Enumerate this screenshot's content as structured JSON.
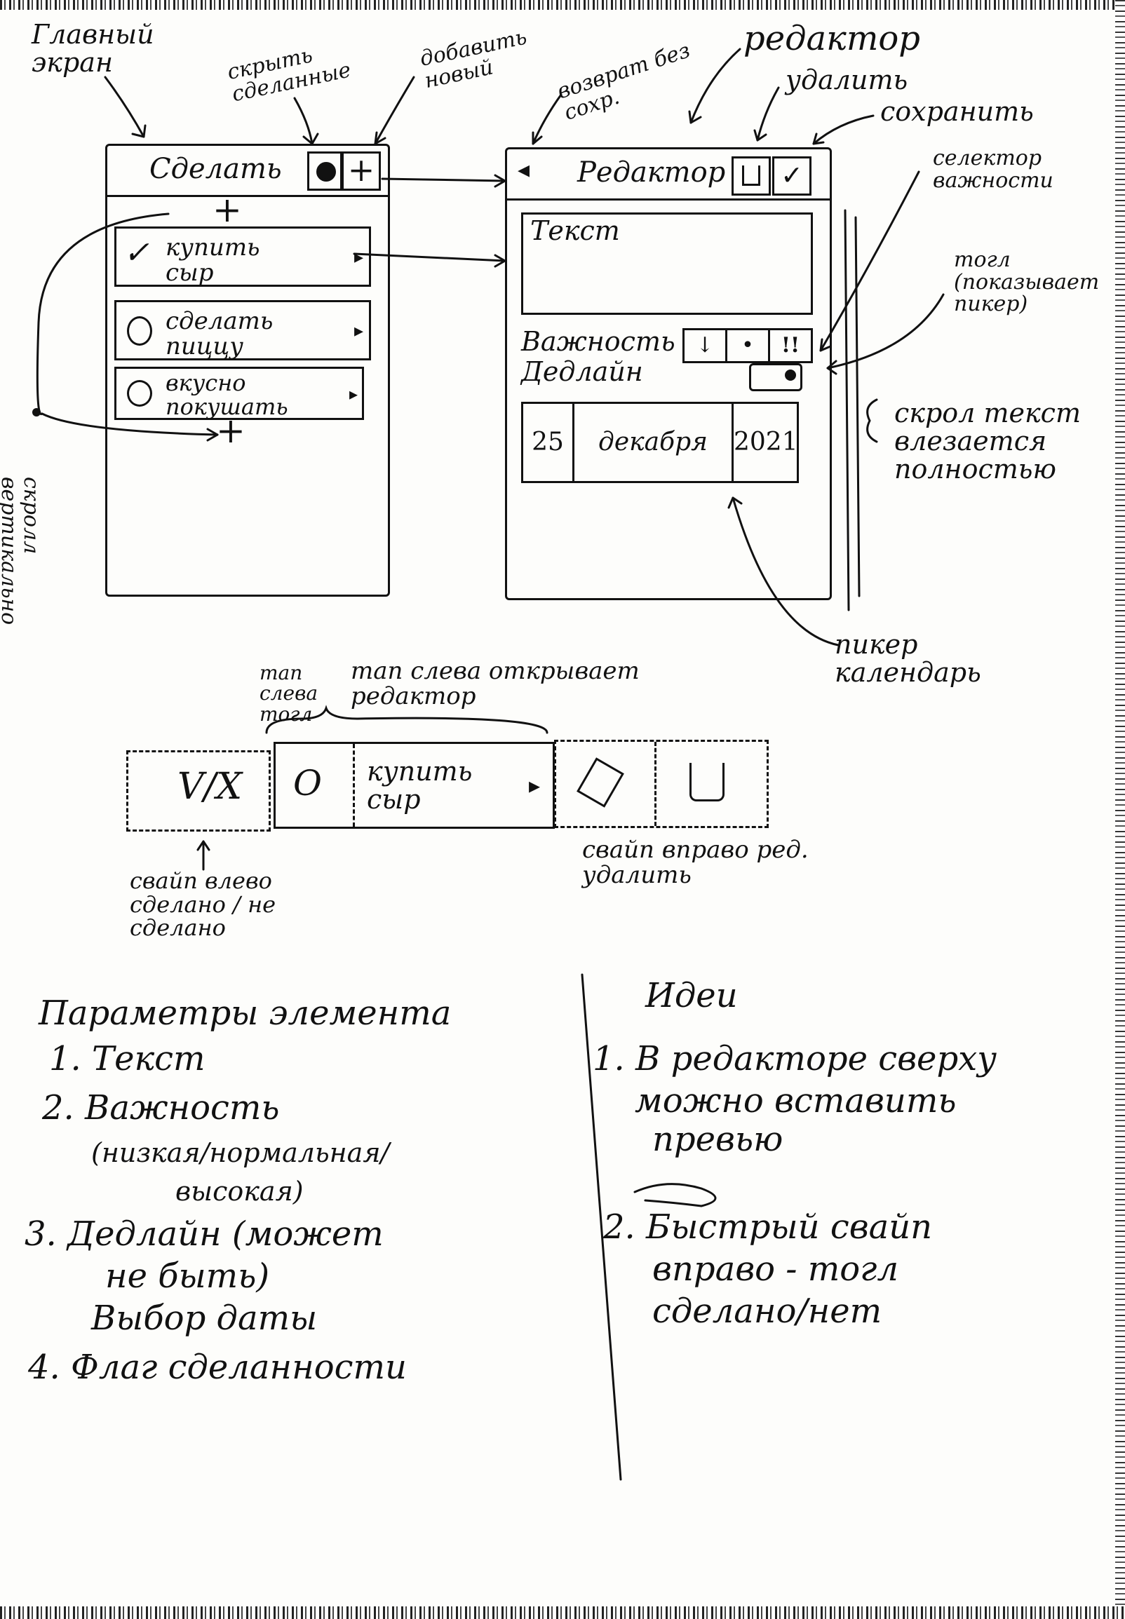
{
  "labels": {
    "main_screen": "Главный экран",
    "hide_done": "скрыть сделанные",
    "add_new": "добавить новый",
    "back_no_save": "возврат без сохр.",
    "editor_label": "редактор",
    "delete_label": "удалить",
    "save_label": "сохранить",
    "importance_selector": "селектор важности",
    "toggle_picker": "тогл (показывает пикер)",
    "collapsed_text": "скрол текст влезается полностью",
    "calendar_picker": "пикер календарь",
    "scroll_vertical": "скролл вертикально",
    "tap_toggle": "тап слева тогл",
    "tap_opens_editor": "тап слева открывает редактор",
    "swipe_done": "свайп влево сделано / не сделано",
    "swipe_edit_delete": "свайп вправо ред. удалить"
  },
  "main_screen": {
    "title": "Сделать",
    "items": [
      {
        "text": "купить сыр",
        "done": true
      },
      {
        "text": "сделать пиццу",
        "done": false
      },
      {
        "text": "вкусно покушать",
        "done": false
      }
    ],
    "add_plus": "+"
  },
  "editor": {
    "back": "◂",
    "title": "Редактор",
    "text_placeholder": "Текст",
    "importance_label": "Важность",
    "importance_options": [
      "↓",
      "•",
      "!!"
    ],
    "deadline_label": "Дедлайн",
    "date": {
      "day": "25",
      "month": "декабря",
      "year": "2021"
    }
  },
  "row_diagram": {
    "left_action": "V/X",
    "circle": "O",
    "text": "купить сыр",
    "arrow": "▸"
  },
  "params": {
    "title": "Параметры элемента",
    "items": [
      "1. Текст",
      "2. Важность",
      "(низкая/нормальная/",
      "высокая)",
      "3. Дедлайн (может",
      "не быть)",
      "Выбор даты",
      "4. Флаг сделанности"
    ]
  },
  "ideas": {
    "title": "Идеи",
    "items": [
      "1. В редакторе сверху",
      "можно вставить",
      "превью",
      "2. Быстрый свайп",
      "вправо - тогл",
      "сделано/нет"
    ]
  }
}
